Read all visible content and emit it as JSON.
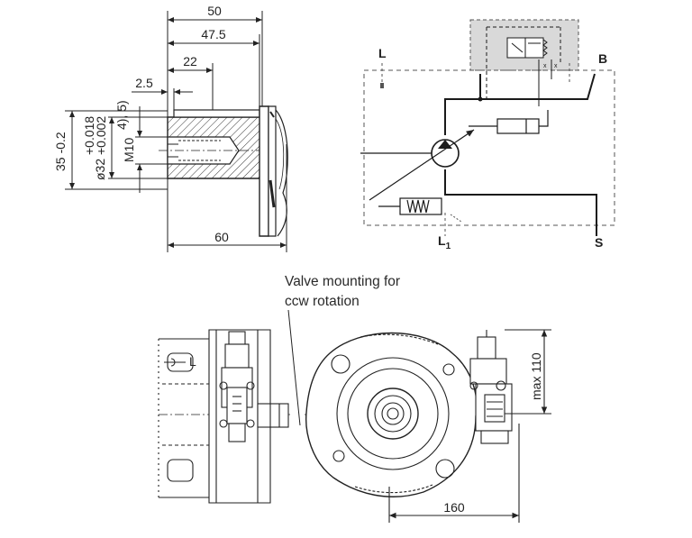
{
  "flange_view": {
    "dims": {
      "d50": "50",
      "d47_5": "47.5",
      "d22": "22",
      "d2_5": "2.5",
      "d60": "60",
      "d35": "35",
      "d35_tol": "-0.2",
      "dia32_prefix": "ø32",
      "dia32_tol_upper": "+0.018",
      "dia32_tol_lower": "+0.002",
      "thread_prefix": "M10",
      "thread_note": "4), 5)"
    }
  },
  "schematic": {
    "ports": {
      "L": "L",
      "L1_main": "L",
      "L1_sub": "1",
      "B": "B",
      "S": "S"
    },
    "colors": {
      "valve_block_fill": "#d9d9d9",
      "line": "#1a1a1a"
    }
  },
  "caption": {
    "line1": "Valve mounting for",
    "line2": "ccw rotation"
  },
  "assembly_view": {
    "dims": {
      "width": "160",
      "height_max": "max 110"
    },
    "port_L": "L"
  }
}
